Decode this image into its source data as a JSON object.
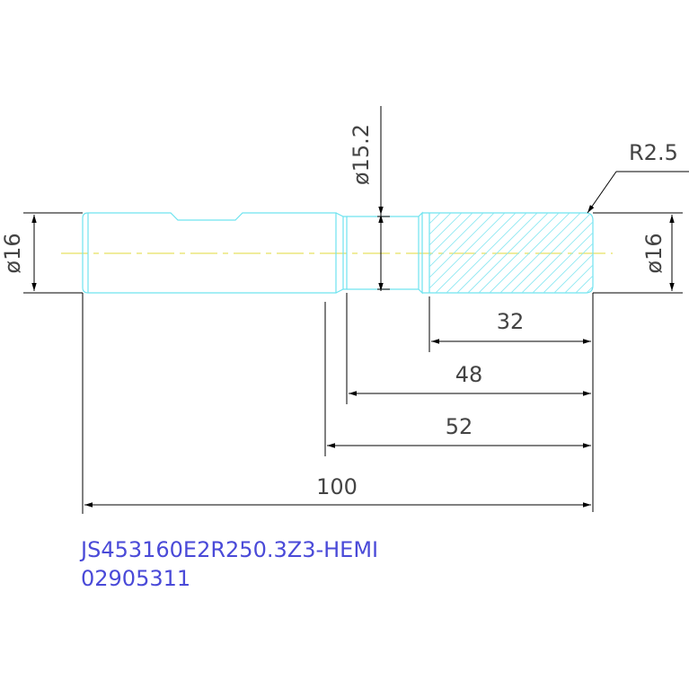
{
  "dimensions": {
    "dia_left": "ø16",
    "dia_mid": "ø15.2",
    "dia_right": "ø16",
    "radius": "R2.5",
    "len_32": "32",
    "len_48": "48",
    "len_52": "52",
    "len_100": "100"
  },
  "part": {
    "code": "JS453160E2R250.3Z3-HEMI",
    "number": "02905311"
  },
  "colors": {
    "outline": "#6fe3ef",
    "hatch": "#8ee8f2",
    "centerline": "#e8e060",
    "dimension": "#000000",
    "dim_text": "#444444",
    "part_text": "#4a4ad8"
  }
}
